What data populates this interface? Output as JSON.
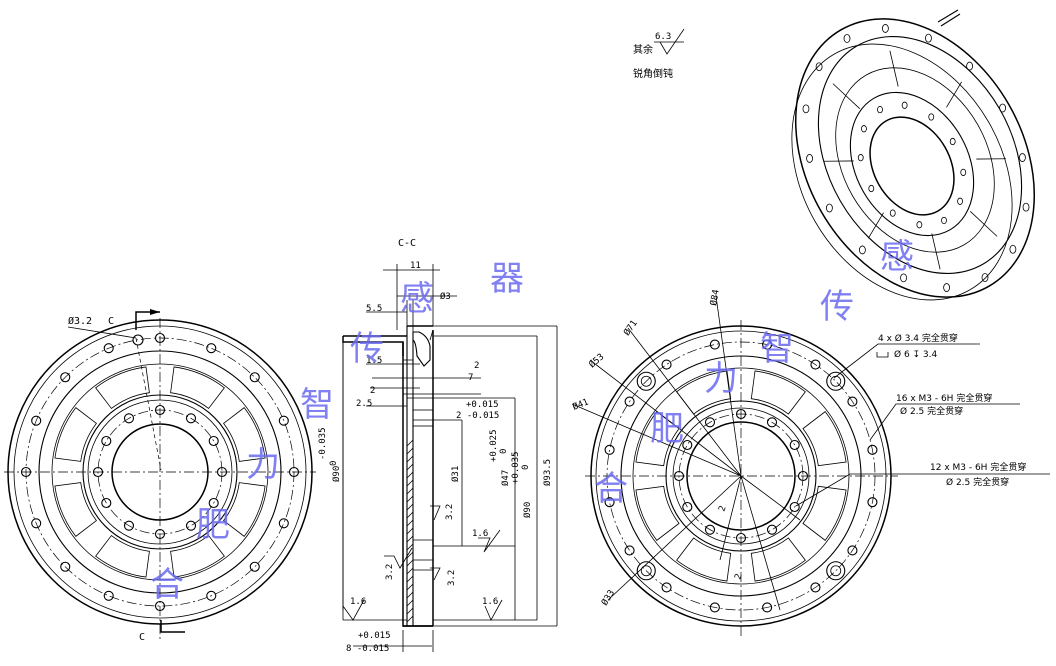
{
  "roughness_note": {
    "prefix": "其余",
    "value": "6.3"
  },
  "edge_note": "锐角倒钝",
  "section_label": "C-C",
  "cut_marker": "C",
  "left_view": {
    "dia_label": "Ø3.2"
  },
  "section": {
    "dims": {
      "w11": "11",
      "d3": "Ø3",
      "d55": "5.5",
      "d15": "1.5",
      "d2a": "2",
      "d7": "7",
      "d2b": "2",
      "d25": "2.5",
      "tol_a1": "+0.015",
      "tol_a2": "2 -0.015",
      "d90a": "Ø90",
      "d90a_tol1": "-0.035",
      "d90a_tol2": "0",
      "d31": "Ø31",
      "d47": "Ø47",
      "d47_tol1": "+0.025",
      "d47_tol2": "0",
      "d90b": "Ø90",
      "d90b_tol1": "+0.035",
      "d90b_tol2": "0",
      "d935": "Ø93.5",
      "r32a": "3.2",
      "r32b": "3.2",
      "r32c": "3.2",
      "r16a": "1.6",
      "r16b": "1.6",
      "r16c": "1.6",
      "tol_b1": "+0.015",
      "tol_b2": "8 -0.015"
    }
  },
  "front_view": {
    "dims": {
      "d84": "Ø84",
      "d71": "Ø71",
      "d53": "Ø53",
      "d41": "Ø41",
      "d33": "Ø33",
      "r2": "2",
      "r1": "2"
    },
    "callouts": [
      {
        "line1": "4 x Ø 3.4 完全贯穿",
        "line2": "Ø 6 ↧ 3.4"
      },
      {
        "line1": "16 x  M3 - 6H 完全贯穿",
        "line2": "Ø 2.5 完全贯穿"
      },
      {
        "line1": "12 x  M3 - 6H 完全贯穿",
        "line2": "Ø 2.5 完全贯穿"
      }
    ]
  },
  "watermark_chars": [
    "合",
    "肥",
    "力",
    "智",
    "传",
    "感",
    "器",
    "合",
    "肥",
    "力",
    "智",
    "传",
    "感"
  ]
}
